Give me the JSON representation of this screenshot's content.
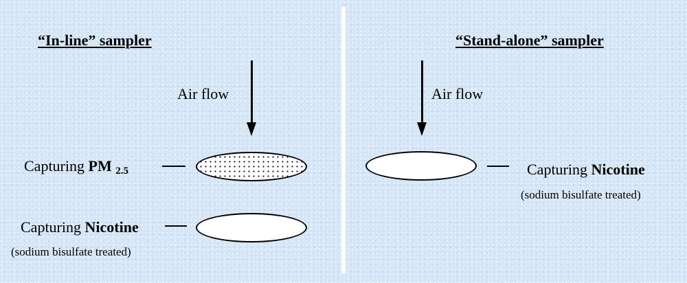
{
  "left_panel": {
    "title": "“In-line” sampler",
    "airflow_label": "Air flow",
    "filter_pm": {
      "prefix": "Capturing ",
      "bold": "PM",
      "subscript": "2.5"
    },
    "filter_nicotine": {
      "prefix": "Capturing ",
      "bold": "Nicotine",
      "note": "(sodium bisulfate treated)"
    }
  },
  "right_panel": {
    "title": "“Stand-alone” sampler",
    "airflow_label": "Air flow",
    "filter_nicotine": {
      "prefix": "Capturing ",
      "bold": "Nicotine",
      "note": "(sodium bisulfate treated)"
    }
  },
  "colors": {
    "background": "#d6e6f7",
    "divider": "#ffffff",
    "ink": "#000000"
  }
}
